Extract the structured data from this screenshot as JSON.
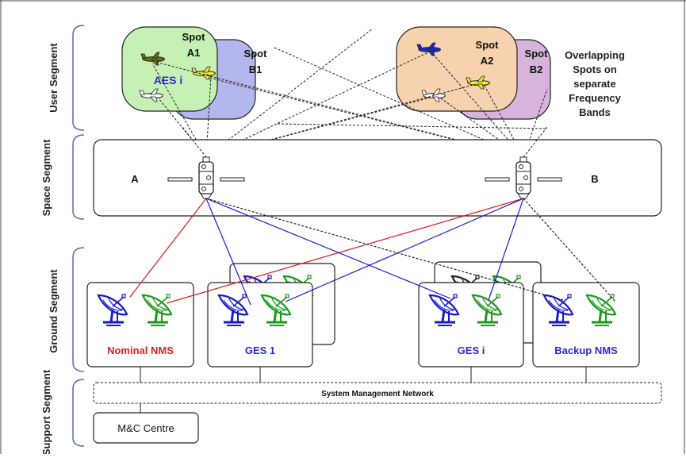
{
  "segments": {
    "user": "User Segment",
    "space": "Space Segment",
    "ground": "Ground Segment",
    "support": "Support Segment"
  },
  "spots": {
    "a1": "Spot A1",
    "b1": "Spot B1",
    "a2": "Spot A2",
    "b2": "Spot B2",
    "aes": "AES i"
  },
  "note": [
    "Overlapping",
    "Spots on",
    "separate",
    "Frequency",
    "Bands"
  ],
  "satellites": {
    "a": "A",
    "b": "B"
  },
  "stations": {
    "nominal_nms": "Nominal NMS",
    "ges1": "GES 1",
    "gesi": "GES i",
    "backup_nms": "Backup NMS"
  },
  "support": {
    "network": "System Management Network",
    "mc_centre": "M&C Centre"
  },
  "colors": {
    "spot_green": "#c6f0b4",
    "spot_blue": "#b4b6ee",
    "spot_peach": "#f6d2ae",
    "spot_purple": "#d6b4dc",
    "red_link": "#e01818",
    "blue_link": "#1a1ad0",
    "dish_blue": "#1a1acc",
    "dish_green": "#1a9a1a",
    "label_red": "#e02020",
    "label_blue": "#2a2ad8"
  }
}
